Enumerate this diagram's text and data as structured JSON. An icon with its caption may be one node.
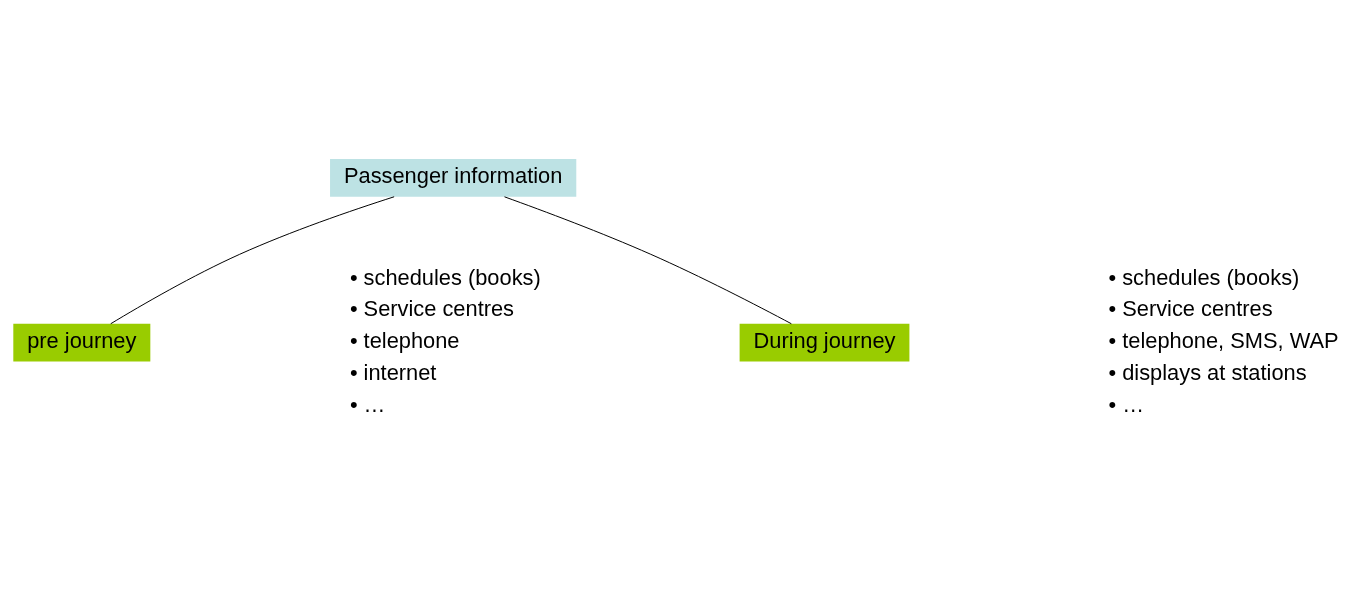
{
  "diagram": {
    "nodes": [
      {
        "text": [
          "Passenger information"
        ]
      },
      {
        "text": [
          "pre journey"
        ],
        "beside": [
          "• schedules (books)",
          "• Service centres",
          "• telephone",
          "• internet",
          "• …"
        ]
      },
      {
        "text": [
          "During journey"
        ],
        "beside": [
          "• schedules (books)",
          "• Service centres",
          "• telephone, SMS, WAP",
          "• displays at stations",
          "• …"
        ]
      }
    ],
    "edges": [
      {
        "from": 0,
        "to": 1,
        "arrow": "none"
      },
      {
        "from": 0,
        "to": 2,
        "arrow": "none"
      }
    ]
  }
}
